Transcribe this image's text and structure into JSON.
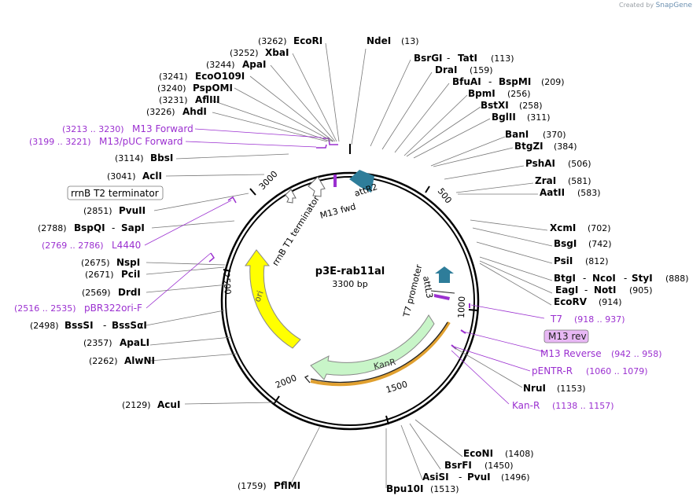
{
  "brand": {
    "prefix": "Created by",
    "name": "SnapGene"
  },
  "plasmid": {
    "name": "p3E-rab11al",
    "length_label": "3300 bp"
  },
  "ticks": [
    {
      "label": "3000"
    },
    {
      "label": "500"
    },
    {
      "label": "1000"
    },
    {
      "label": "1500"
    },
    {
      "label": "2000"
    },
    {
      "label": "2500"
    }
  ],
  "feature_labels": {
    "attR2": "attR2",
    "m13fwd": "M13 fwd",
    "rrnb": "rrnB T1 terminator",
    "ori": "ori",
    "t7promoter": "T7 promoter",
    "attL3": "attL3",
    "kanr": "KanR"
  },
  "right_sites": [
    {
      "name": "NdeI",
      "pos": "(13)"
    },
    {
      "name": "BsrGI",
      "name2": "TatI",
      "pos": "(113)"
    },
    {
      "name": "DraI",
      "pos": "(159)"
    },
    {
      "name": "BfuAI",
      "name2": "BspMI",
      "pos": "(209)"
    },
    {
      "name": "BpmI",
      "pos": "(256)"
    },
    {
      "name": "BstXI",
      "pos": "(258)"
    },
    {
      "name": "BglII",
      "pos": "(311)"
    },
    {
      "name": "BanI",
      "pos": "(370)"
    },
    {
      "name": "BtgZI",
      "pos": "(384)"
    },
    {
      "name": "PshAI",
      "pos": "(506)"
    },
    {
      "name": "ZraI",
      "pos": "(581)"
    },
    {
      "name": "AatII",
      "pos": "(583)"
    },
    {
      "name": "XcmI",
      "pos": "(702)"
    },
    {
      "name": "BsgI",
      "pos": "(742)"
    },
    {
      "name": "PsiI",
      "pos": "(812)"
    },
    {
      "name": "BtgI",
      "name2": "NcoI",
      "name3": "StyI",
      "pos": "(888)"
    },
    {
      "name": "EagI",
      "name2": "NotI",
      "pos": "(905)"
    },
    {
      "name": "EcoRV",
      "pos": "(914)"
    },
    {
      "name": "NruI",
      "pos": "(1153)"
    }
  ],
  "right_primers": [
    {
      "name": "T7",
      "pos": "(918 .. 937)"
    },
    {
      "name": "M13 rev"
    },
    {
      "name": "M13 Reverse",
      "pos": "(942 .. 958)"
    },
    {
      "name": "pENTR-R",
      "pos": "(1060 .. 1079)"
    },
    {
      "name": "Kan-R",
      "pos": "(1138 .. 1157)"
    }
  ],
  "bottom_sites": [
    {
      "name": "EcoNI",
      "pos": "(1408)"
    },
    {
      "name": "BsrFI",
      "pos": "(1450)"
    },
    {
      "name": "AsiSI",
      "name2": "PvuI",
      "pos": "(1496)"
    },
    {
      "name": "Bpu10I",
      "pos": "(1513)"
    },
    {
      "name": "PflMI",
      "pos": "(1759)"
    }
  ],
  "left_sites": [
    {
      "name": "EcoRI",
      "pos": "(3262)"
    },
    {
      "name": "XbaI",
      "pos": "(3252)"
    },
    {
      "name": "ApaI",
      "pos": "(3244)"
    },
    {
      "name": "EcoO109I",
      "pos": "(3241)"
    },
    {
      "name": "PspOMI",
      "pos": "(3240)"
    },
    {
      "name": "AflIII",
      "pos": "(3231)"
    },
    {
      "name": "AhdI",
      "pos": "(3226)"
    },
    {
      "name": "BbsI",
      "pos": "(3114)"
    },
    {
      "name": "AclI",
      "pos": "(3041)"
    },
    {
      "name": "PvuII",
      "pos": "(2851)"
    },
    {
      "name": "BspQI",
      "name2": "SapI",
      "pos": "(2788)"
    },
    {
      "name": "NspI",
      "pos": "(2675)"
    },
    {
      "name": "PciI",
      "pos": "(2671)"
    },
    {
      "name": "DrdI",
      "pos": "(2569)"
    },
    {
      "name": "BssSI",
      "name2": "BssSαI",
      "pos": "(2498)"
    },
    {
      "name": "ApaLI",
      "pos": "(2357)"
    },
    {
      "name": "AlwNI",
      "pos": "(2262)"
    },
    {
      "name": "AcuI",
      "pos": "(2129)"
    }
  ],
  "left_primers": [
    {
      "name": "M13 Forward",
      "pos": "(3213 .. 3230)"
    },
    {
      "name": "M13/pUC Forward",
      "pos": "(3199 .. 3221)"
    },
    {
      "name": "L4440",
      "pos": "(2769 .. 2786)"
    },
    {
      "name": "pBR322ori-F",
      "pos": "(2516 .. 2535)"
    }
  ],
  "left_features": [
    {
      "name": "rrnB T2 terminator"
    }
  ],
  "colors": {
    "primer": "#9b30d0",
    "attsite": "#2e7d9a",
    "ori": "#ffff00",
    "kanr": "#c8f5c8",
    "kanr_primer": "#e0a030",
    "line": "#777777",
    "backbone": "#000000"
  }
}
